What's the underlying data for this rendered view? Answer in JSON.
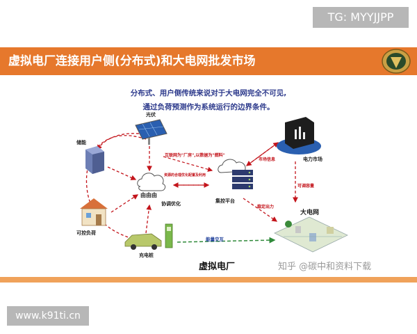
{
  "watermark_top": "TG: MYYJJPP",
  "watermark_bottom": "www.k91ti.cn",
  "banner": {
    "title": "虚拟电厂连接用户侧(分布式)和大电网批发市场"
  },
  "subtitle": {
    "line1": "分布式、用户侧传统来说对于大电网完全不可见,",
    "line2": "通过负荷预测作为系统运行的边界条件。"
  },
  "nodes": {
    "solar": "光伏",
    "storage": "储能",
    "load": "可控负荷",
    "charger": "充电桩",
    "cloud": "由由由",
    "coord": "协调优化",
    "platform": "集控平台",
    "market": "电力市场",
    "grid": "大电网"
  },
  "edges": {
    "internet": "互联网为\"厂房\",以数据为\"燃料\"",
    "optimize": "资源的合理优化配置及利用",
    "market_info": "市场信息",
    "dispatch": "可调容量",
    "stable": "稳定出力",
    "energy": "能量交互"
  },
  "footer": {
    "title": "虚拟电厂",
    "zhihu": "知乎 @碳中和资料下载"
  },
  "colors": {
    "banner": "#e6782c",
    "arrow_red": "#c3141b",
    "arrow_green": "#2f8a3a",
    "text_blue": "#2d3a8c"
  }
}
